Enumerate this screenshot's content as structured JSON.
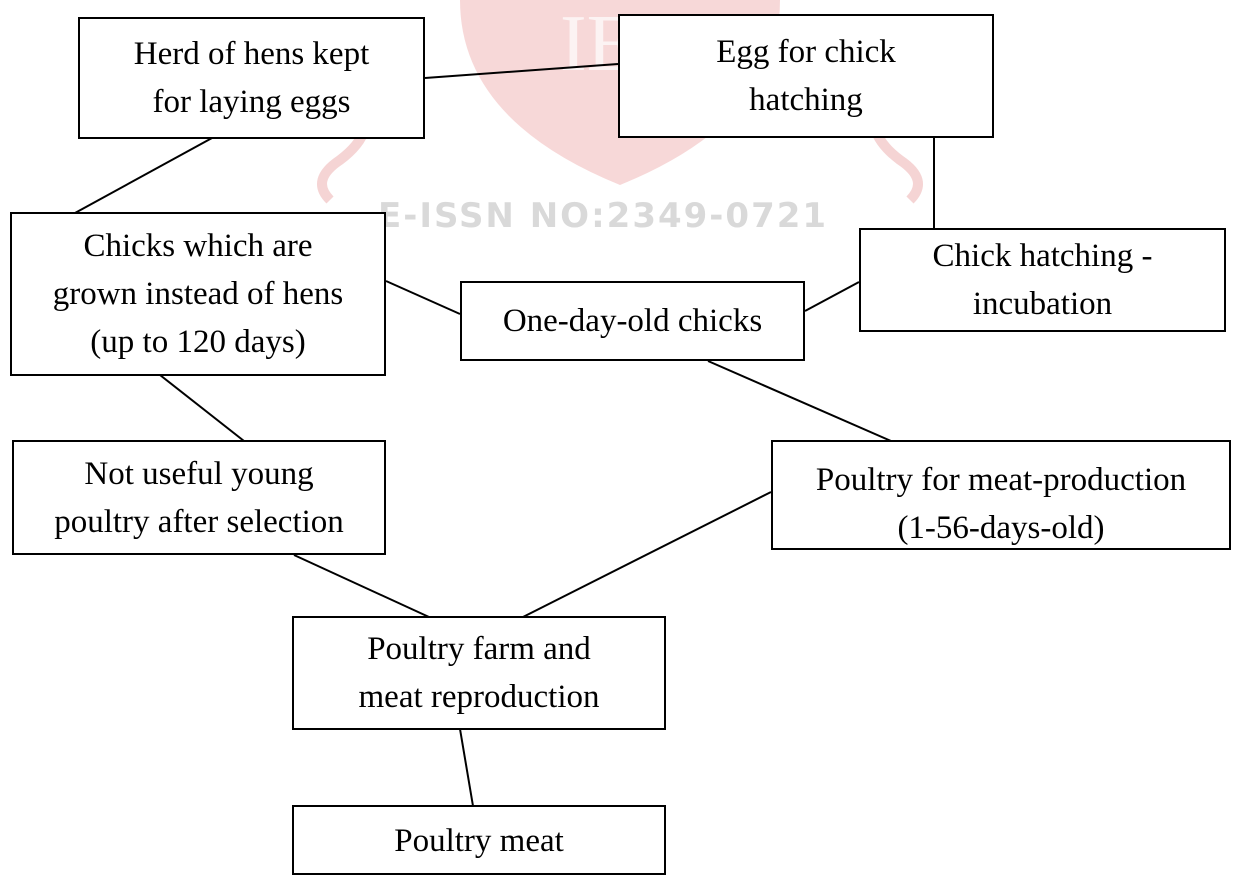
{
  "watermark": {
    "issn_text": "E-ISSN NO:2349-0721",
    "colors": {
      "crest": "#f4c7c7",
      "crest_dark": "#e8a3a3",
      "text": "#d9d9d9"
    }
  },
  "nodes": {
    "herd": "Herd of hens kept for laying eggs",
    "herd_line1": "Herd of hens kept",
    "herd_line2": "for laying eggs",
    "egg_line1": "Egg for chick",
    "egg_line2": "hatching",
    "chicks_grown_line1": "Chicks which are",
    "chicks_grown_line2": "grown instead of hens",
    "chicks_grown_line3": "(up to 120 days)",
    "one_day": "One-day-old chicks",
    "incubation_line1": "Chick hatching -",
    "incubation_line2": "incubation",
    "not_useful_line1": "Not useful young",
    "not_useful_line2": "poultry after selection",
    "meat_production_line1": "Poultry for meat-production",
    "meat_production_line2": "(1-56-days-old)",
    "farm_line1": "Poultry farm and",
    "farm_line2": "meat reproduction",
    "meat": "Poultry meat"
  },
  "edges": [
    [
      "herd",
      "egg"
    ],
    [
      "herd",
      "chicks_grown"
    ],
    [
      "egg",
      "incubation"
    ],
    [
      "incubation",
      "one_day"
    ],
    [
      "chicks_grown",
      "one_day"
    ],
    [
      "chicks_grown",
      "not_useful"
    ],
    [
      "one_day",
      "meat_production"
    ],
    [
      "not_useful",
      "farm"
    ],
    [
      "meat_production",
      "farm"
    ],
    [
      "farm",
      "meat"
    ]
  ]
}
